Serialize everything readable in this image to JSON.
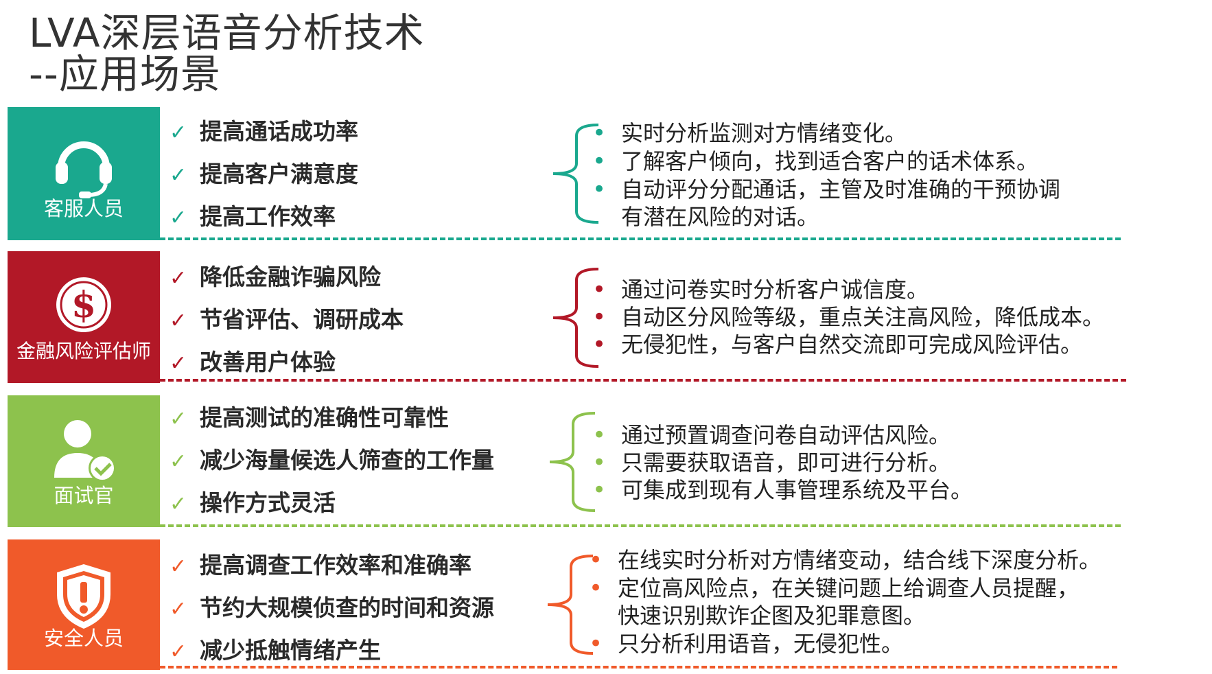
{
  "title": {
    "line1": "LVA深层语音分析技术",
    "line2": "--应用场景"
  },
  "sections": [
    {
      "id": "customer-service",
      "color": "#1aa88e",
      "label": "客服人员",
      "icon": "headset-icon",
      "benefits": [
        "提高通话成功率",
        "提高客户满意度",
        "提高工作效率"
      ],
      "details": [
        {
          "text": "实时分析监测对方情绪变化。",
          "bullet": true
        },
        {
          "text": "了解客户倾向，找到适合客户的话术体系。",
          "bullet": true
        },
        {
          "text": "自动评分分配通话，主管及时准确的干预协调",
          "bullet": true
        },
        {
          "text": "有潜在风险的对话。",
          "bullet": false
        }
      ]
    },
    {
      "id": "financial-risk",
      "color": "#b21827",
      "label": "金融风险评估师",
      "icon": "dollar-icon",
      "benefits": [
        "降低金融诈骗风险",
        "节省评估、调研成本",
        "改善用户体验"
      ],
      "details": [
        {
          "text": "通过问卷实时分析客户诚信度。",
          "bullet": true
        },
        {
          "text": "自动区分风险等级，重点关注高风险，降低成本。",
          "bullet": true
        },
        {
          "text": "无侵犯性，与客户自然交流即可完成风险评估。",
          "bullet": true
        }
      ]
    },
    {
      "id": "interviewer",
      "color": "#8dc24d",
      "label": "面试官",
      "icon": "user-check-icon",
      "benefits": [
        "提高测试的准确性可靠性",
        "减少海量候选人筛查的工作量",
        "操作方式灵活"
      ],
      "details": [
        {
          "text": "通过预置调查问卷自动评估风险。",
          "bullet": true
        },
        {
          "text": "只需要获取语音，即可进行分析。",
          "bullet": true
        },
        {
          "text": "可集成到现有人事管理系统及平台。",
          "bullet": true
        }
      ]
    },
    {
      "id": "security",
      "color": "#f05a2a",
      "label": "安全人员",
      "icon": "shield-alert-icon",
      "benefits": [
        "提高调查工作效率和准确率",
        "节约大规模侦查的时间和资源",
        "减少抵触情绪产生"
      ],
      "details": [
        {
          "text": "在线实时分析对方情绪变动，结合线下深度分析。",
          "bullet": true
        },
        {
          "text": "定位高风险点，在关键问题上给调查人员提醒，",
          "bullet": true
        },
        {
          "text": "快速识别欺诈企图及犯罪意图。",
          "bullet": false
        },
        {
          "text": "只分析利用语音，无侵犯性。",
          "bullet": true
        }
      ]
    }
  ]
}
